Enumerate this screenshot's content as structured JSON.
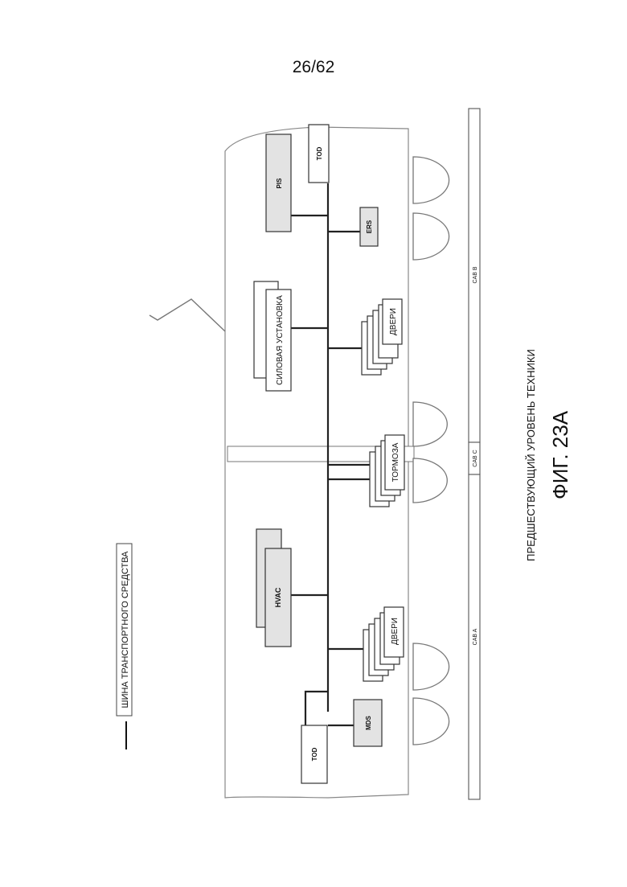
{
  "page_number": "26/62",
  "legend": {
    "label": "ШИНА ТРАНСПОРТНОГО СРЕДСТВА"
  },
  "caption": {
    "subtitle": "ПРЕДШЕСТВУЮЩИЙ УРОВЕНЬ ТЕХНИКИ",
    "title": "ФИГ. 23А"
  },
  "nodes": {
    "tod_top": "TOD",
    "tod_bottom": "TOD",
    "pis": "PIS",
    "ers": "ERS",
    "power_plant": "СИЛОВАЯ УСТАНОВКА",
    "doors_top": "ДВЕРИ",
    "brakes": "ТОРМОЗА",
    "hvac": "HVAC",
    "doors_bottom": "ДВЕРИ",
    "mds": "MDS"
  },
  "cab_labels": {
    "cab_b": "CAB B",
    "cab_c": "CAB C",
    "cab_a": "CAB A"
  }
}
